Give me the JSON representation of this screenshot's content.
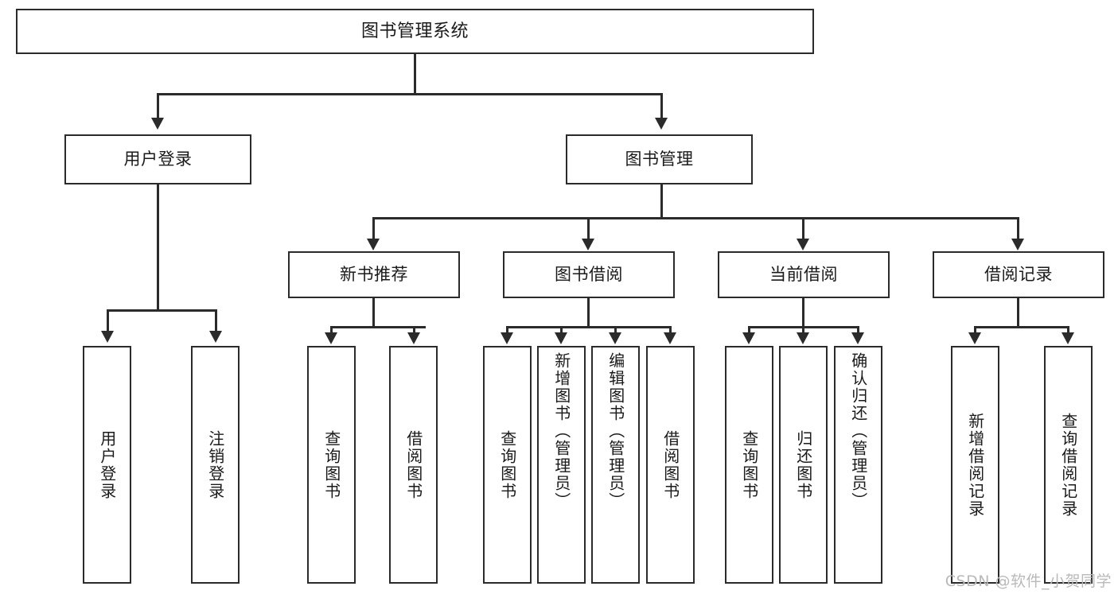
{
  "diagram": {
    "title": "图书管理系统",
    "type": "tree-diagram",
    "watermark": "CSDN @软件_小贺同学",
    "root": {
      "label": "图书管理系统"
    },
    "level2": [
      {
        "label": "用户登录"
      },
      {
        "label": "图书管理"
      }
    ],
    "level3": [
      {
        "label": "新书推荐"
      },
      {
        "label": "图书借阅"
      },
      {
        "label": "当前借阅"
      },
      {
        "label": "借阅记录"
      }
    ],
    "leaves": [
      {
        "label": "用户登录",
        "parent": "用户登录"
      },
      {
        "label": "注销登录",
        "parent": "用户登录"
      },
      {
        "label": "查询图书",
        "parent": "新书推荐"
      },
      {
        "label": "借阅图书",
        "parent": "新书推荐"
      },
      {
        "label": "查询图书",
        "parent": "图书借阅"
      },
      {
        "label": "新增图书（管理员）",
        "parent": "图书借阅"
      },
      {
        "label": "编辑图书（管理员）",
        "parent": "图书借阅"
      },
      {
        "label": "借阅图书",
        "parent": "图书借阅"
      },
      {
        "label": "查询图书",
        "parent": "当前借阅"
      },
      {
        "label": "归还图书",
        "parent": "当前借阅"
      },
      {
        "label": "确认归还（管理员）",
        "parent": "当前借阅"
      },
      {
        "label": "新增借阅记录",
        "parent": "借阅记录"
      },
      {
        "label": "查询借阅记录",
        "parent": "借阅记录"
      }
    ],
    "colors": {
      "stroke": "#2b2b2b",
      "fill": "#ffffff",
      "text": "#1a1a1a",
      "watermark": "#b9b9b9"
    }
  }
}
